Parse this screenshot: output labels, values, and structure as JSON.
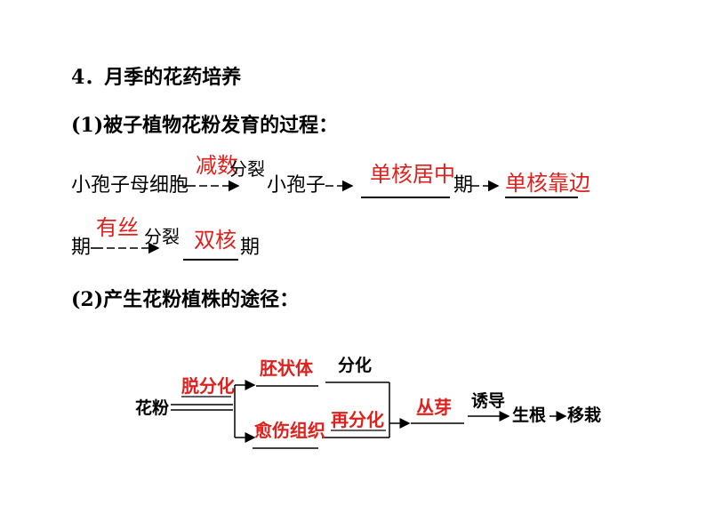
{
  "heading": "4．月季的花药培养",
  "section1": {
    "title": "(1)被子植物花粉发育的过程：",
    "start": "小孢子母细胞",
    "step1_answer": "减数",
    "step1_label": "分裂",
    "stage1": "小孢子",
    "answer2": "单核居中",
    "period_a": "期",
    "answer3": "单核靠边",
    "period_b": "期",
    "step2_answer": "有丝",
    "step2_label": "分裂",
    "answer4": "双核",
    "period_c": "期"
  },
  "section2": {
    "title": "(2)产生花粉植株的途径：",
    "start": "花粉",
    "answer_dedifferentiation": "脱分化",
    "answer_embryoid": "胚状体",
    "label_differentiation": "分化",
    "answer_callus": "愈伤组织",
    "answer_redifferentiation": "再分化",
    "answer_bud": "丛芽",
    "label_induce": "诱导",
    "label_root": "生根",
    "label_transplant": "移栽"
  },
  "colors": {
    "answer_red": "#e0201c",
    "text": "#000000"
  }
}
